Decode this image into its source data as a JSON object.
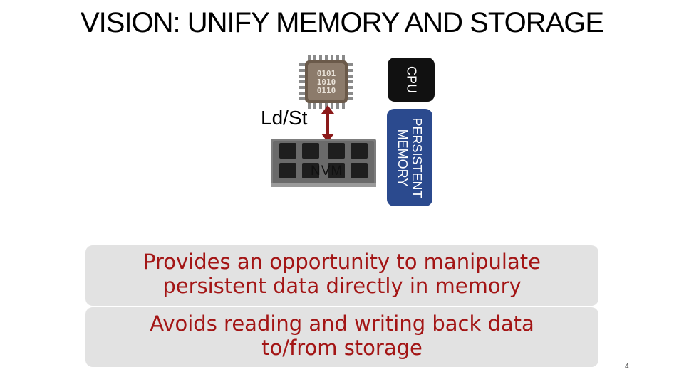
{
  "title": "VISION: UNIFY MEMORY AND STORAGE",
  "chip": {
    "lines": [
      "0101",
      "1010",
      "0110"
    ],
    "icon": "cpu-chip-icon"
  },
  "cpu_label": "CPU",
  "ldst_label": "Ld/St",
  "nvm_label": "NVM",
  "pm_label_line1": "PERSISTENT",
  "pm_label_line2": "MEMORY",
  "points": [
    {
      "line1": "Provides an opportunity to manipulate",
      "line2": "persistent data directly in memory"
    },
    {
      "line1": "Avoids reading and writing back data",
      "line2": "to/from storage"
    }
  ],
  "page_number": "4",
  "colors": {
    "accent_text": "#a31515",
    "memory_tag": "#2b4a8e",
    "cpu_tag": "#111111",
    "arrow": "#8b1a1a",
    "box_bg": "#e2e2e2"
  }
}
